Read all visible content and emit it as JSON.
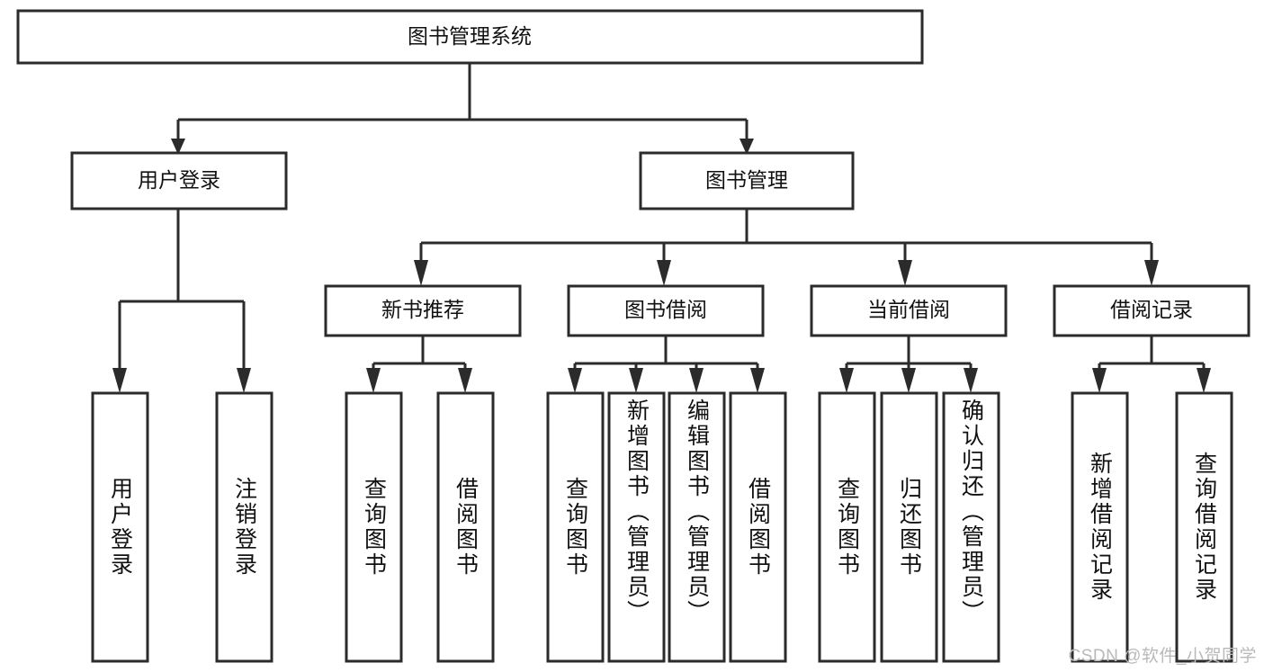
{
  "diagram": {
    "type": "tree-hierarchy-chart",
    "title": "图书管理系统",
    "orientation": "top-down",
    "colors": {
      "box_stroke": "#2b2b2b",
      "box_fill": "#ffffff",
      "text": "#111111",
      "connector": "#2b2b2b",
      "watermark": "#b9b9b9",
      "background": "#ffffff"
    },
    "root": {
      "id": "root",
      "label": "图书管理系统",
      "text_direction": "horizontal"
    },
    "level1": [
      {
        "id": "user-login",
        "label": "用户登录",
        "text_direction": "horizontal"
      },
      {
        "id": "book-management",
        "label": "图书管理",
        "text_direction": "horizontal"
      }
    ],
    "level2": [
      {
        "id": "new-book-recommend",
        "label": "新书推荐",
        "parent": "book-management",
        "text_direction": "horizontal"
      },
      {
        "id": "book-borrow",
        "label": "图书借阅",
        "parent": "book-management",
        "text_direction": "horizontal"
      },
      {
        "id": "current-borrow",
        "label": "当前借阅",
        "parent": "book-management",
        "text_direction": "horizontal"
      },
      {
        "id": "borrow-record",
        "label": "借阅记录",
        "parent": "book-management",
        "text_direction": "horizontal"
      }
    ],
    "leaves": [
      {
        "id": "leaf-user-login",
        "label": "用户登录",
        "parent": "user-login",
        "text_direction": "vertical"
      },
      {
        "id": "leaf-logout-login",
        "label": "注销登录",
        "parent": "user-login",
        "text_direction": "vertical"
      },
      {
        "id": "leaf-query-book-1",
        "label": "查询图书",
        "parent": "new-book-recommend",
        "text_direction": "vertical"
      },
      {
        "id": "leaf-borrow-book-1",
        "label": "借阅图书",
        "parent": "new-book-recommend",
        "text_direction": "vertical"
      },
      {
        "id": "leaf-query-book-2",
        "label": "查询图书",
        "parent": "book-borrow",
        "text_direction": "vertical"
      },
      {
        "id": "leaf-add-book",
        "label": "新增图书（管理员）",
        "parent": "book-borrow",
        "text_direction": "vertical"
      },
      {
        "id": "leaf-edit-book",
        "label": "编辑图书（管理员）",
        "parent": "book-borrow",
        "text_direction": "vertical"
      },
      {
        "id": "leaf-borrow-book-2",
        "label": "借阅图书",
        "parent": "book-borrow",
        "text_direction": "vertical"
      },
      {
        "id": "leaf-query-book-3",
        "label": "查询图书",
        "parent": "current-borrow",
        "text_direction": "vertical"
      },
      {
        "id": "leaf-return-book",
        "label": "归还图书",
        "parent": "current-borrow",
        "text_direction": "vertical"
      },
      {
        "id": "leaf-confirm-return",
        "label": "确认归还（管理员）",
        "parent": "current-borrow",
        "text_direction": "vertical"
      },
      {
        "id": "leaf-add-record",
        "label": "新增借阅记录",
        "parent": "borrow-record",
        "text_direction": "vertical"
      },
      {
        "id": "leaf-query-record",
        "label": "查询借阅记录",
        "parent": "borrow-record",
        "text_direction": "vertical"
      }
    ]
  },
  "watermark": {
    "text": "CSDN @软件_小贺同学"
  }
}
